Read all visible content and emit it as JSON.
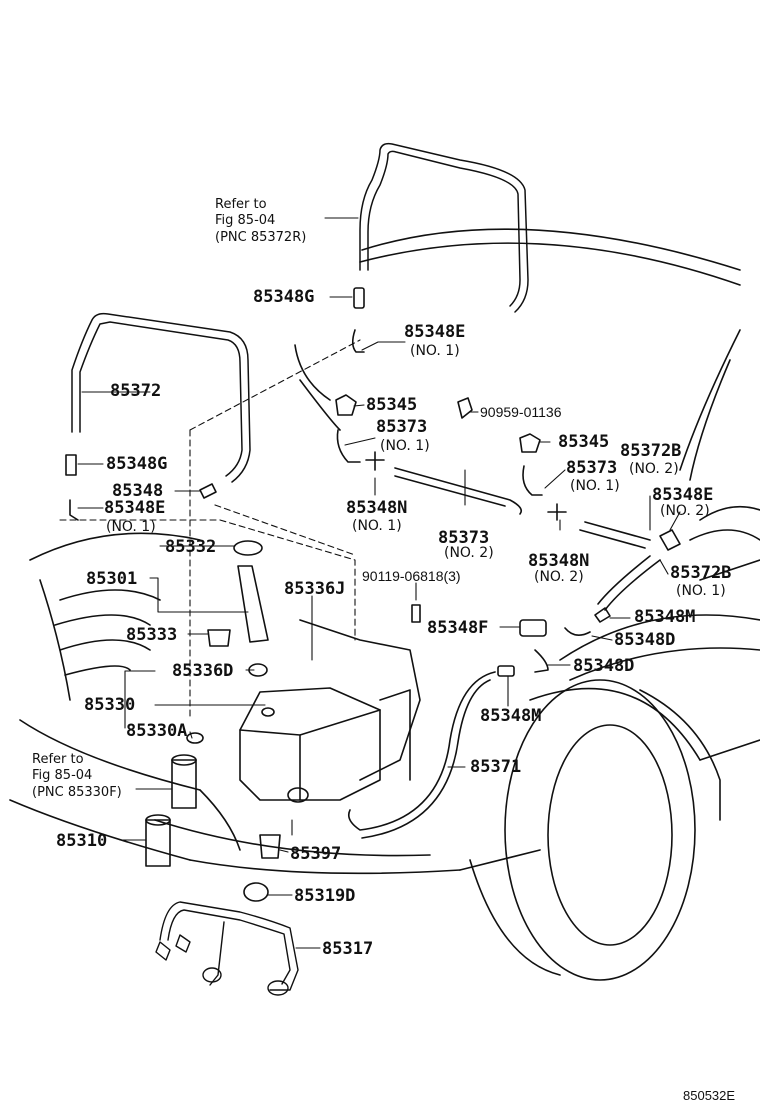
{
  "refs": {
    "top": [
      "Refer to",
      "Fig 85-04",
      "(PNC 85372R)"
    ],
    "left": [
      "Refer to",
      "Fig 85-04",
      "(PNC 85330F)"
    ]
  },
  "labels": {
    "p85348G_top": "85348G",
    "p85348E_top": "85348E",
    "no1_a": "(NO. 1)",
    "p85372": "85372",
    "p85345_a": "85345",
    "p90959": "90959-01136",
    "p85373_a": "85373",
    "no1_b": "(NO. 1)",
    "p85345_b": "85345",
    "p85348G_left": "85348G",
    "p85373_b": "85373",
    "no1_c": "(NO. 1)",
    "p85372B_a": "85372B",
    "no2_a": "(NO. 2)",
    "p85348": "85348",
    "p85348E_right": "85348E",
    "p85348E_left": "85348E",
    "no1_d": "(NO. 1)",
    "p85348N_a": "85348N",
    "no1_e": "(NO. 1)",
    "no2_b": "(NO. 2)",
    "p85373_c": "85373",
    "no2_c": "(NO. 2)",
    "p85332": "85332",
    "p85348N_b": "85348N",
    "no2_d": "(NO. 2)",
    "p85301": "85301",
    "p90119": "90119-06818(3)",
    "p85336J": "85336J",
    "p85372B_b": "85372B",
    "no1_f": "(NO. 1)",
    "p85348M_a": "85348M",
    "p85333": "85333",
    "p85348F": "85348F",
    "p85348D_a": "85348D",
    "p85336D": "85336D",
    "p85348D_b": "85348D",
    "p85330": "85330",
    "p85348M_b": "85348M",
    "p85330A": "85330A",
    "p85371": "85371",
    "p85310": "85310",
    "p85397": "85397",
    "p85319D": "85319D",
    "p85317": "85317"
  },
  "figure_code": "850532E"
}
